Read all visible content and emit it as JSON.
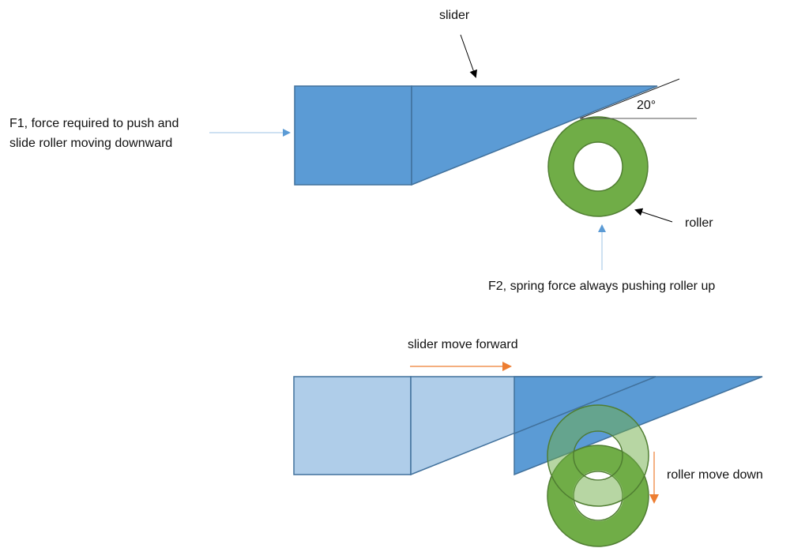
{
  "top": {
    "slider_label": "slider",
    "f1_line1": "F1, force required to push and",
    "f1_line2": "slide roller moving downward",
    "angle_label": "20°",
    "roller_label": "roller",
    "f2_label": "F2, spring force always pushing roller up"
  },
  "bottom": {
    "slider_move_label": "slider move forward",
    "roller_move_label": "roller move down"
  },
  "colors": {
    "slider": "#5b9bd5",
    "slider_light": "#afcde9",
    "slider_edge": "#41719c",
    "roller": "#70ad47",
    "roller_edge": "#507e32",
    "arrow_orange": "#ed7d31",
    "arrow_blue": "#5b9bd5"
  }
}
